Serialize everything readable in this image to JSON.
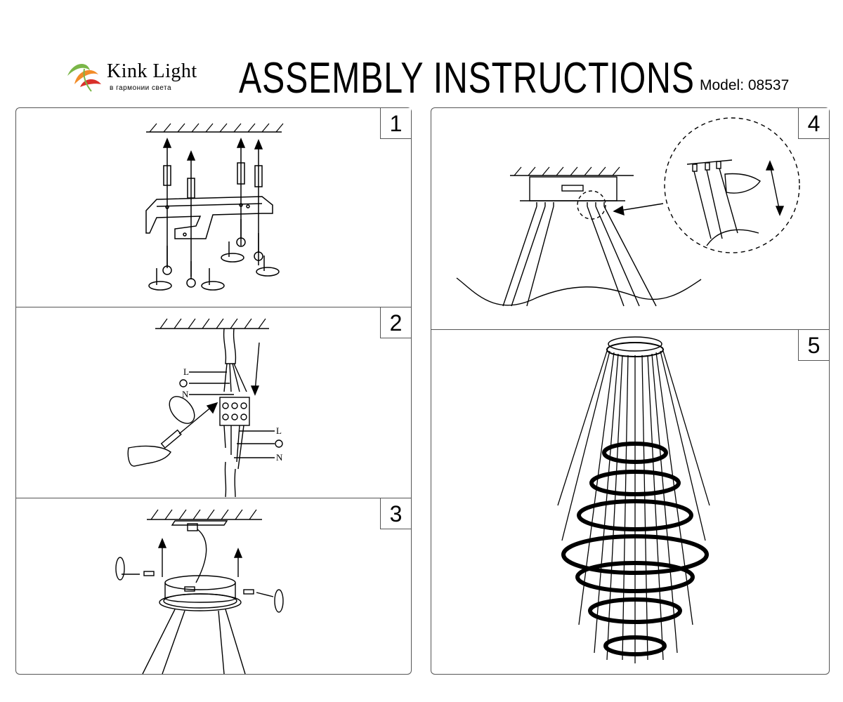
{
  "header": {
    "brand_name": "Kink Light",
    "brand_tagline": "в гармонии света",
    "title": "ASSEMBLY INSTRUCTIONS",
    "model": "Model: 08537"
  },
  "steps": [
    {
      "number": "1"
    },
    {
      "number": "2",
      "wire_labels": [
        "L",
        "N"
      ]
    },
    {
      "number": "3"
    },
    {
      "number": "4"
    },
    {
      "number": "5"
    }
  ],
  "colors": {
    "line": "#000000",
    "border": "#555555",
    "logo_green": "#7ab648",
    "logo_orange": "#f28c28",
    "logo_red": "#d9312b"
  }
}
